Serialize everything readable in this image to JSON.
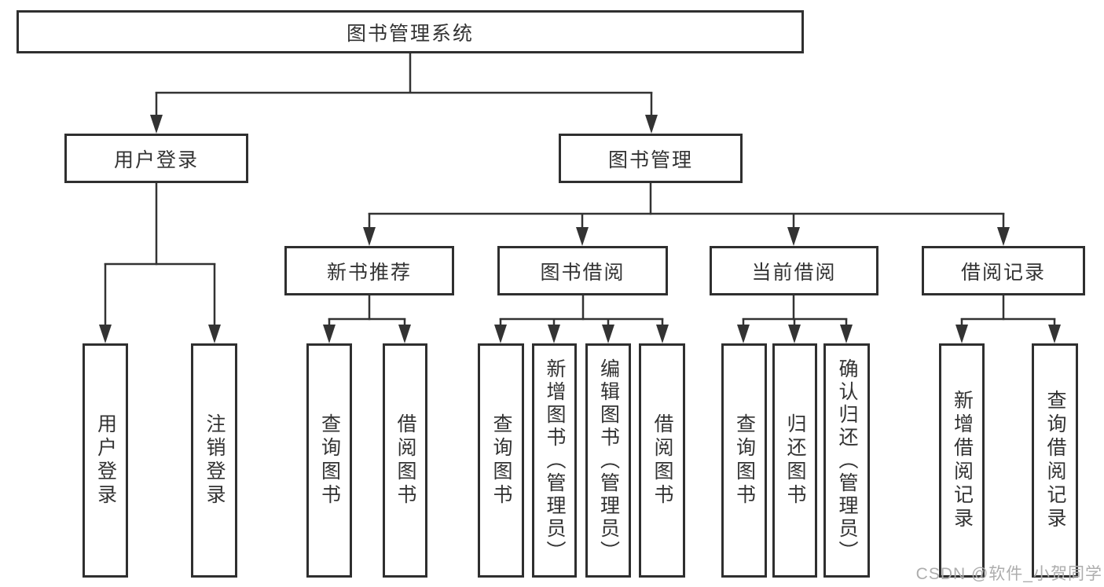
{
  "root": {
    "label": "图书管理系统"
  },
  "branches": {
    "user_login": {
      "label": "用户登录",
      "children": {
        "login": "用户登录",
        "logout": "注销登录"
      }
    },
    "book_mgmt": {
      "label": "图书管理",
      "sections": {
        "new_book": {
          "label": "新书推荐",
          "children": {
            "query_books": "查询图书",
            "borrow_books": "借阅图书"
          }
        },
        "book_borrow": {
          "label": "图书借阅",
          "children": {
            "query_books": "查询图书",
            "add_books_admin": "新增图书（管理员）",
            "edit_books_admin": "编辑图书（管理员）",
            "borrow_books": "借阅图书"
          }
        },
        "current_borrow": {
          "label": "当前借阅",
          "children": {
            "query_books": "查询图书",
            "return_books": "归还图书",
            "confirm_return_admin": "确认归还（管理员）"
          }
        },
        "borrow_records": {
          "label": "借阅记录",
          "children": {
            "add_record": "新增借阅记录",
            "query_record": "查询借阅记录"
          }
        }
      }
    }
  },
  "watermark": "CSDN @软件_小贺同学",
  "colors": {
    "line": "#333333",
    "border": "#2f2f2f",
    "text": "#333333",
    "watermark": "#adadad",
    "background": "#ffffff"
  }
}
